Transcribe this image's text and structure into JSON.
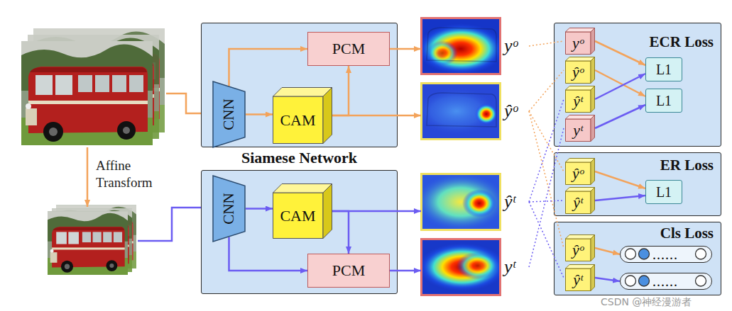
{
  "diagram": {
    "nodes": [
      {
        "text": [
          "Siamese Network"
        ]
      },
      {
        "text": [
          "PCM"
        ],
        "in": 0
      },
      {
        "text": [
          "CNN"
        ],
        "in": 0
      },
      {
        "text": [
          "CAM"
        ],
        "in": 0
      },
      {
        "text": []
      },
      {
        "text": [
          "CNN"
        ],
        "in": 4
      },
      {
        "text": [
          "CAM"
        ],
        "in": 4
      },
      {
        "text": [
          "PCM"
        ],
        "in": 4
      },
      {
        "text": [
          "yᵒ"
        ]
      },
      {
        "text": [
          "ŷᵒ"
        ]
      },
      {
        "text": [
          "ŷᵗ"
        ]
      },
      {
        "text": [
          "yᵗ"
        ]
      },
      {
        "text": [
          "ECR Loss"
        ]
      },
      {
        "text": [
          "yᵒ"
        ],
        "in": 12
      },
      {
        "text": [
          "ŷᵒ"
        ],
        "in": 12
      },
      {
        "text": [
          "ŷᵗ"
        ],
        "in": 12
      },
      {
        "text": [
          "yᵗ"
        ],
        "in": 12
      },
      {
        "text": [
          "L1"
        ],
        "in": 12
      },
      {
        "text": [
          "L1"
        ],
        "in": 12
      },
      {
        "text": [
          "ER Loss"
        ]
      },
      {
        "text": [
          "ŷᵒ"
        ],
        "in": 19
      },
      {
        "text": [
          "ŷᵗ"
        ],
        "in": 19
      },
      {
        "text": [
          "L1"
        ],
        "in": 19
      },
      {
        "text": [
          "Cls Loss"
        ]
      },
      {
        "text": [
          "ŷᵒ"
        ],
        "in": 23
      },
      {
        "text": [
          "ŷᵗ"
        ],
        "in": 23
      },
      {
        "text": [
          "......"
        ],
        "in": 23
      },
      {
        "text": [
          "......"
        ],
        "in": 23
      }
    ],
    "edges": [
      {
        "from": 2,
        "to": 1,
        "arrow": "to"
      },
      {
        "from": 2,
        "to": 3,
        "arrow": "to"
      },
      {
        "from": 3,
        "to": 1,
        "arrow": "to"
      },
      {
        "from": 1,
        "to": 8,
        "arrow": "to"
      },
      {
        "from": 3,
        "to": 9,
        "arrow": "to"
      },
      {
        "from": 5,
        "to": 6,
        "arrow": "to"
      },
      {
        "from": 5,
        "to": 7,
        "arrow": "to"
      },
      {
        "from": 6,
        "to": 7,
        "arrow": "to"
      },
      {
        "from": 6,
        "to": 10,
        "arrow": "to"
      },
      {
        "from": 7,
        "to": 11,
        "arrow": "to"
      },
      {
        "from": 8,
        "to": 13,
        "arrow": "none"
      },
      {
        "from": 9,
        "to": 14,
        "arrow": "none"
      },
      {
        "from": 9,
        "to": 20,
        "arrow": "none"
      },
      {
        "from": 9,
        "to": 24,
        "arrow": "none"
      },
      {
        "from": 10,
        "to": 15,
        "arrow": "none"
      },
      {
        "from": 10,
        "to": 21,
        "arrow": "none"
      },
      {
        "from": 10,
        "to": 25,
        "arrow": "none"
      },
      {
        "from": 11,
        "to": 16,
        "arrow": "none"
      },
      {
        "from": 13,
        "to": 17,
        "arrow": "to"
      },
      {
        "from": 14,
        "to": 18,
        "arrow": "to"
      },
      {
        "from": 15,
        "to": 17,
        "arrow": "to"
      },
      {
        "from": 16,
        "to": 18,
        "arrow": "to"
      },
      {
        "from": 20,
        "to": 22,
        "arrow": "to"
      },
      {
        "from": 21,
        "to": 22,
        "arrow": "to"
      },
      {
        "from": 24,
        "to": 26,
        "arrow": "to"
      },
      {
        "from": 25,
        "to": 27,
        "arrow": "to"
      }
    ],
    "labels": [
      "Affine Transform",
      "CSDN @神经漫游者"
    ]
  }
}
